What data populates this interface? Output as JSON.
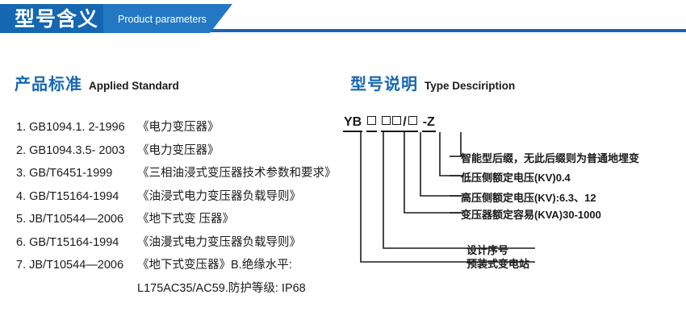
{
  "banner": {
    "title_cn": "型号含义",
    "title_en": "Product parameters"
  },
  "standards_section": {
    "heading_cn": "产品标准",
    "heading_en": "Applied Standard",
    "items": [
      {
        "index": "1.",
        "code": "GB1094.1. 2-1996",
        "name": "《电力变压器》"
      },
      {
        "index": "2.",
        "code": "GB1094.3.5- 2003",
        "name": "《电力变压器》"
      },
      {
        "index": "3.",
        "code": "GB/T6451-1999",
        "name": "《三相油浸式变压器技术参数和要求》"
      },
      {
        "index": "4.",
        "code": "GB/T15164-1994",
        "name": "《油浸式电力变压器负载导则》"
      },
      {
        "index": "5.",
        "code": "JB/T10544—2006",
        "name": "《地下式变 压器》"
      },
      {
        "index": "6.",
        "code": "GB/T15164-1994",
        "name": "《油漫式电力变压器负载导则》"
      },
      {
        "index": "7.",
        "code": "JB/T10544—2006",
        "name": "《地下式变压器》B.绝缘水平:"
      }
    ],
    "continuation": "L175AC35/AC59.防护等级: IP68"
  },
  "type_section": {
    "heading_cn": "型号说明",
    "heading_en": "Type Desciription",
    "code": {
      "prefix": "YB",
      "segments": [
        "YB",
        "□",
        "□□/□",
        "-Z"
      ],
      "separator": "/",
      "suffix": "-Z"
    },
    "callouts": [
      {
        "id": "intelligent-suffix",
        "text": "智能型后缀，无此后缀则为普通地埋变"
      },
      {
        "id": "lv-rated-voltage",
        "text": "低压侧额定电压(KV)0.4"
      },
      {
        "id": "hv-rated-voltage",
        "text": "高压侧额定电压(KV):6.3、12"
      },
      {
        "id": "rated-capacity",
        "text": "变压器额定容易(KVA)30-1000"
      },
      {
        "id": "design-serial",
        "text": "设计序号"
      },
      {
        "id": "substation-type",
        "text": "预装式变电站"
      }
    ]
  },
  "colors": {
    "brand_blue": "#1567b2",
    "banner_mid_blue": "#2378c4",
    "text": "#1a1a1a"
  }
}
